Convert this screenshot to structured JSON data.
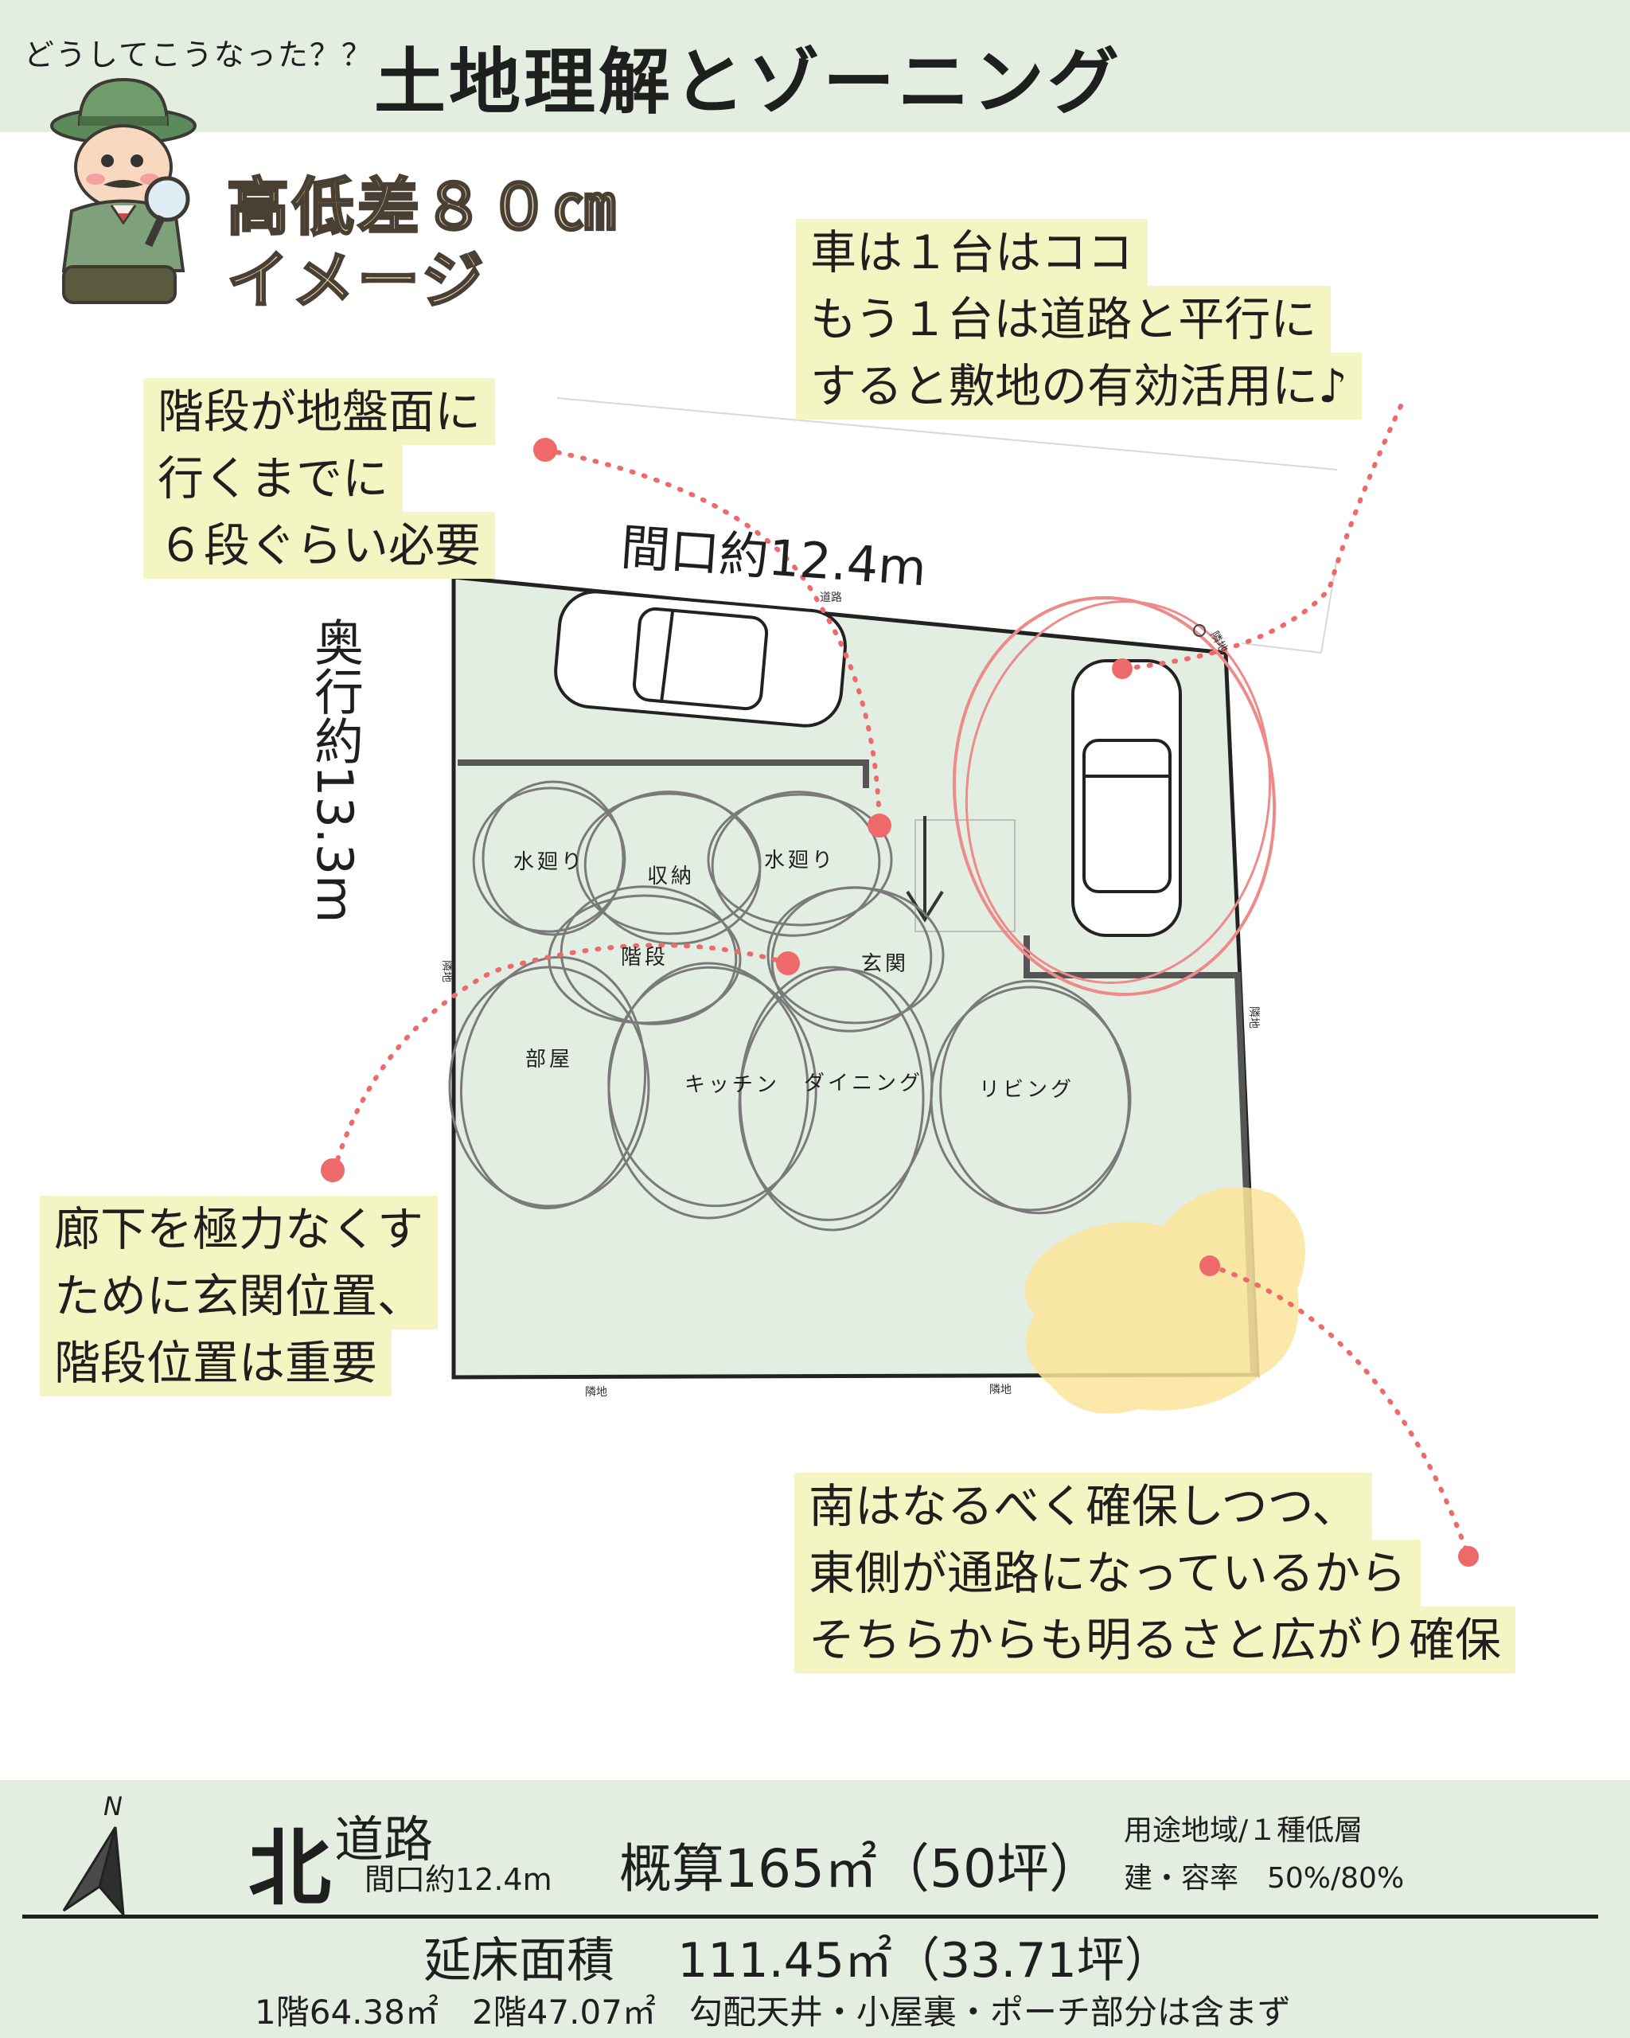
{
  "header": {
    "subtitle": "どうしてこうなった？？",
    "title": "土地理解とゾーニング"
  },
  "height_note": {
    "line1": "高低差８０㎝",
    "line2": "イメージ"
  },
  "notes": {
    "car": [
      "車は１台はココ",
      "もう１台は道路と平行に",
      "すると敷地の有効活用に♪"
    ],
    "stairs": [
      "階段が地盤面に",
      "行くまでに",
      "６段ぐらい必要"
    ],
    "hallway": [
      "廊下を極力なくす",
      "ために玄関位置、",
      "階段位置は重要"
    ],
    "south": [
      "南はなるべく確保しつつ、",
      "東側が通路になっているから",
      "そちらからも明るさと広がり確保"
    ]
  },
  "dimensions": {
    "frontage": "間口約12.4m",
    "depth": "奥行約13.3m"
  },
  "site_labels": {
    "road_top": "道路",
    "neighbor_left": "隣地",
    "neighbor_right": "隣地",
    "neighbor_bottom_left": "隣地",
    "neighbor_bottom_right": "隣地",
    "corner": "隣地"
  },
  "rooms": {
    "water1": "水廻り",
    "storage": "収納",
    "water2": "水廻り",
    "stairs": "階段",
    "entrance": "玄関",
    "room": "部屋",
    "kitchen": "キッチン",
    "dining": "ダイニング",
    "living": "リビング"
  },
  "footer": {
    "compass": "N",
    "direction": "北",
    "road": "道路",
    "frontage": "間口約12.4m",
    "area": "概算165㎡（50坪）",
    "zoning": "用途地域/１種低層",
    "ratio": "建・容率　50%/80%",
    "total_floor": "延床面積　 111.45㎡（33.71坪）",
    "floors": "1階64.38㎡　2階47.07㎡　勾配天井・小屋裏・ポーチ部分は含まず"
  },
  "colors": {
    "header_bg": "#e3eee0",
    "site_fill": "#e3eee3",
    "note_bg": "#f3f5c2",
    "accent_dot": "#f06a6a",
    "yellow_blob": "#fce49a"
  }
}
